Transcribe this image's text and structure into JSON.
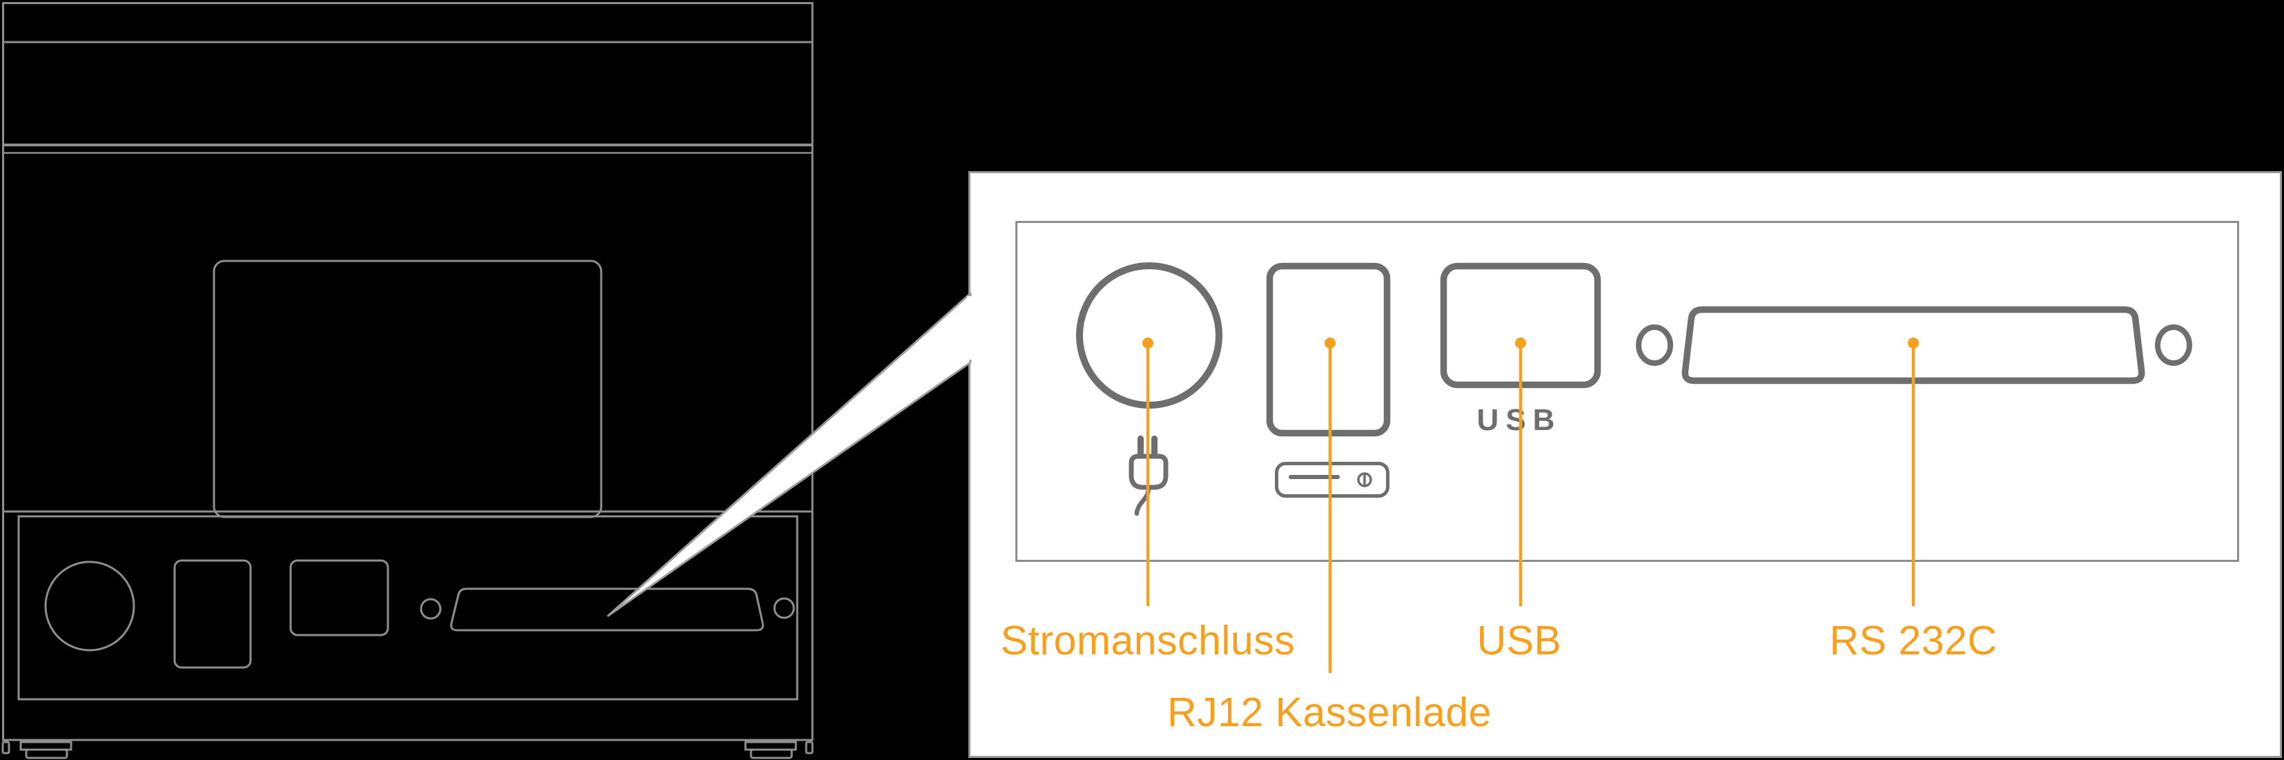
{
  "diagram": {
    "description": "receipt-printer rear view with zoomed connector panel callout",
    "panel": {
      "usb_port_caption": "USB",
      "labels": {
        "power": "Stromanschluss",
        "rj12": "RJ12 Kassenlade",
        "usb": "USB",
        "rs232": "RS 232C"
      }
    },
    "colors": {
      "background": "#000000",
      "printer_outline_gray": "#8E8E8E",
      "panel_border_gray": "#9C9C9C",
      "plate_border_gray": "#8C8C8C",
      "connector_gray": "#6E6E6E",
      "accent_orange": "#F5A01E",
      "panel_background": "#FFFFFF"
    }
  }
}
